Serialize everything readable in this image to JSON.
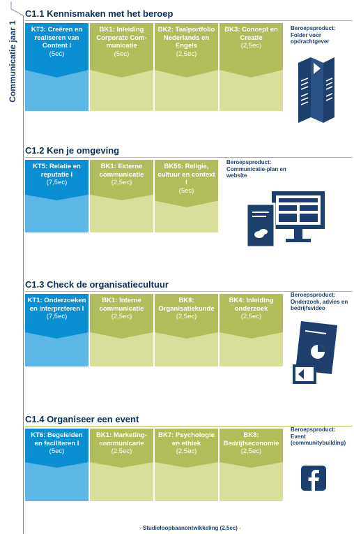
{
  "side_label": "Communicatie jaar 1",
  "sections": [
    {
      "title": "C1.1 Kennismaken met het beroep",
      "columns": [
        {
          "code": "KT3:",
          "text": "Creëren en realiseren van Content I",
          "ec": "(5ec)",
          "kind": "blue"
        },
        {
          "code": "BK1:",
          "text": "Inleiding Corporate Com-municatie",
          "ec": "(5ec)",
          "kind": "green"
        },
        {
          "code": "BK2:",
          "text": "Taalportfolio Nederlands en Engels",
          "ec": "(2,5ec)",
          "kind": "green"
        },
        {
          "code": "BK3:",
          "text": "Concept en Creatie",
          "ec": "(2,5ec)",
          "kind": "green"
        }
      ],
      "product_label": "Beroepsproduct:",
      "product_text": "Folder voor opdrachtgever",
      "icon": "folder-icon"
    },
    {
      "title": "C1.2 Ken je omgeving",
      "columns": [
        {
          "code": "KT5:",
          "text": "Relatie en reputatie I",
          "ec": "(7,5ec)",
          "kind": "blue"
        },
        {
          "code": "BK1:",
          "text": "Externe communicatie",
          "ec": "(2,5ec)",
          "kind": "green"
        },
        {
          "code": "BK56:",
          "text": "Religie, cultuur en context I",
          "ec": "(5ec)",
          "kind": "green"
        }
      ],
      "product_label": "Beroepsproduct:",
      "product_text": "Communicatie-plan en website",
      "icon": "website-icon"
    },
    {
      "title": "C1.3 Check de organisatiecultuur",
      "columns": [
        {
          "code": "KT1:",
          "text": "Onderzoeken en interpreteren I",
          "ec": "(7,5ec)",
          "kind": "blue"
        },
        {
          "code": "BK1:",
          "text": "Interne communicatie",
          "ec": "(2,5ec)",
          "kind": "green"
        },
        {
          "code": "BK8:",
          "text": "Organisatiekunde",
          "ec": "(2,5ec)",
          "kind": "green"
        },
        {
          "code": "BK4:",
          "text": "Inleiding onderzoek",
          "ec": "(2,5ec)",
          "kind": "green"
        }
      ],
      "product_label": "Beroepsproduct:",
      "product_text": "Onderzoek, advies en bedrijfsvideo",
      "icon": "report-video-icon"
    },
    {
      "title": "C1.4 Organiseer een event",
      "columns": [
        {
          "code": "KT6:",
          "text": "Begeleiden en faciliteren I",
          "ec": "(5ec)",
          "kind": "blue"
        },
        {
          "code": "BK1:",
          "text": "Marketing-communicarie",
          "ec": "(2,5ec)",
          "kind": "green"
        },
        {
          "code": "BK7:",
          "text": "Psychologie en ethiek",
          "ec": "(2,5ec)",
          "kind": "green"
        },
        {
          "code": "BK8:",
          "text": "Bedrijfseconomie",
          "ec": "(2,5ec)",
          "kind": "green"
        }
      ],
      "product_label": "Beroepsproduct:",
      "product_text": "Event (communitybuilding)",
      "icon": "facebook-icon"
    }
  ],
  "footer": "Studieloopbaanontwikkeling (2,5ec)",
  "colors": {
    "dark_blue": "#1d3f6e",
    "blue_top": "#0b8fd3",
    "blue_bottom": "#5cb7e7",
    "green_top": "#b3bc5a",
    "green_bottom": "#d9df9a"
  }
}
